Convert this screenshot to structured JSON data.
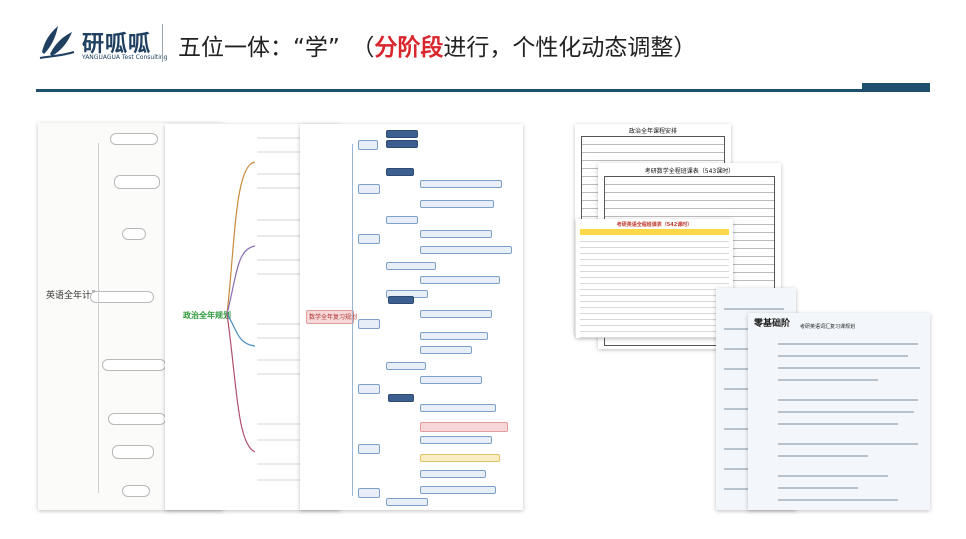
{
  "brand": {
    "name": "研呱呱",
    "tagline": "YANGUAGUA Test Consulting"
  },
  "title": {
    "prefix": "五位一体：“学”　（",
    "highlight": "分阶段",
    "suffix": "进行，个性化动态调整）"
  },
  "colors": {
    "brand_navy": "#1f4f6e",
    "highlight_red": "#d9262c"
  },
  "left_collage": {
    "sheet1_label": "英语全年计划",
    "sheet2_label": "政治全年规划",
    "sheet3_label": "数学全年复习规划"
  },
  "right_collage": {
    "table1_title": "政治全年课程安排",
    "table2_title": "考研数学全程班课表（543课时）",
    "table3_title": "考研英语全程班课表（542课时）",
    "doc4_heading": "零基础阶",
    "doc5_heading": "考研英语词汇复习课规划"
  }
}
